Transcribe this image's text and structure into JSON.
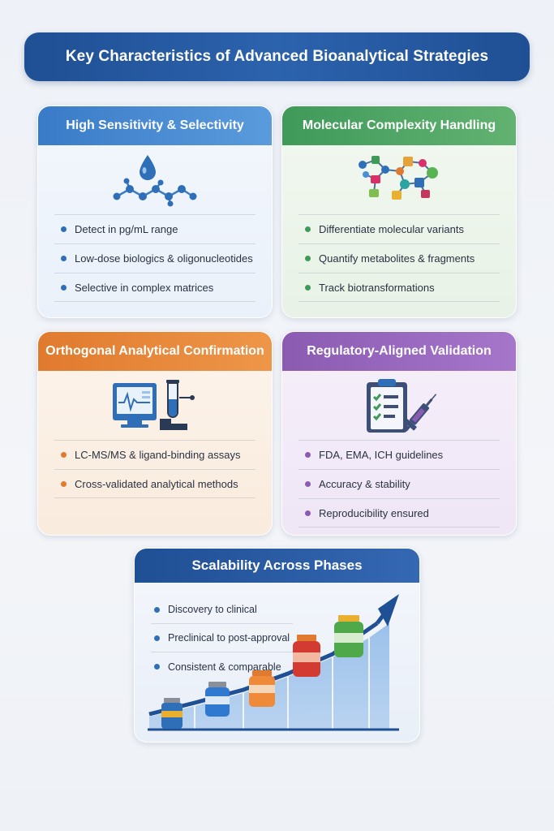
{
  "title": "Key Characteristics of Advanced Bioanalytical Strategies",
  "cards": {
    "sensitivity": {
      "heading": "High Sensitivity & Selectivity",
      "icon": "molecule-droplet-icon",
      "accent": "#3a7bc8",
      "bullets": [
        "Detect in pg/mL range",
        "Low-dose biologics & oligonucleotides",
        "Selective in complex matrices"
      ]
    },
    "molecular": {
      "heading": "Molecular Complexity Handling",
      "icon": "molecular-network-icon",
      "accent": "#3f9a5a",
      "bullets": [
        "Differentiate molecular variants",
        "Quantify metabolites & fragments",
        "Track biotransformations"
      ]
    },
    "orthogonal": {
      "heading": "Orthogonal Analytical Confirmation",
      "icon": "analyzer-test-tube-icon",
      "accent": "#e07a2e",
      "bullets": [
        "LC-MS/MS & ligand-binding assays",
        "Cross-validated analytical methods"
      ]
    },
    "regulatory": {
      "heading": "Regulatory-Aligned Validation",
      "icon": "clipboard-syringe-icon",
      "accent": "#8b5bb2",
      "bullets": [
        "FDA, EMA, ICH guidelines",
        "Accuracy & stability",
        "Reproducibility ensured"
      ]
    },
    "scalability": {
      "heading": "Scalability Across Phases",
      "icon": "growth-vials-chart-icon",
      "accent": "#1f4f94",
      "bullets": [
        "Discovery to clinical",
        "Preclinical to post-approval",
        "Consistent & comparable"
      ]
    }
  }
}
